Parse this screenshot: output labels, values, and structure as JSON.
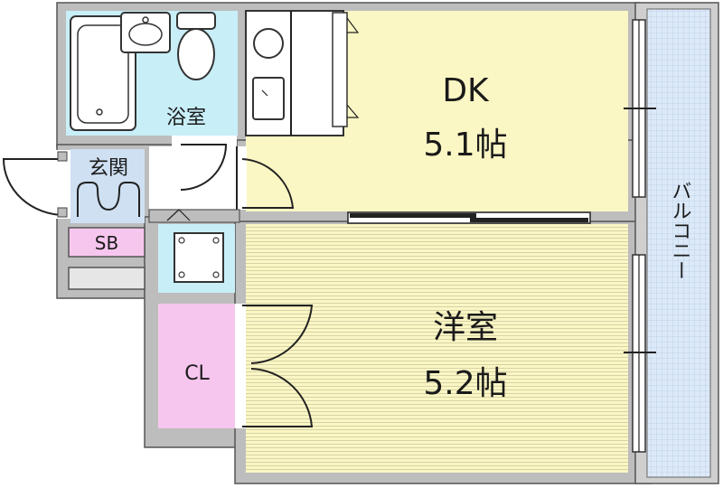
{
  "rooms": {
    "dk": {
      "name": "DK",
      "size": "5.1帖",
      "color": "#fbf7c4"
    },
    "western": {
      "name": "洋室",
      "size": "5.2帖",
      "color": "#fbf7c4"
    },
    "bath": {
      "name": "浴室",
      "color": "#c8eef8"
    },
    "entrance": {
      "name": "玄関",
      "color": "#cfe0f3"
    },
    "shoebox": {
      "name": "SB",
      "color": "#f7c6ee"
    },
    "closet": {
      "name": "CL",
      "color": "#f7c6ee"
    },
    "balcony": {
      "name": "バルコニー",
      "color": "#dce9f8"
    }
  }
}
